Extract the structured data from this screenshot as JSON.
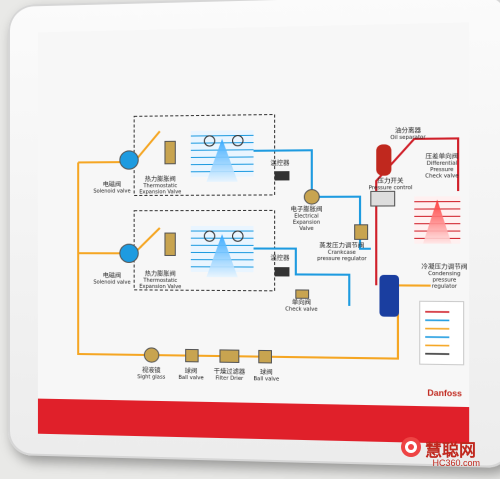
{
  "board": {
    "title": "制冷系统展示",
    "brand": "Danfoss"
  },
  "components": {
    "solenoid_valve_1": {
      "cn": "电磁阀",
      "en": "Solenoid valve"
    },
    "tev_1": {
      "cn": "热力膨胀阀",
      "en1": "Thermostatic",
      "en2": "Expansion Valve"
    },
    "solenoid_valve_2": {
      "cn": "电磁阀",
      "en": "Solenoid valve"
    },
    "tev_2": {
      "cn": "热力膨胀阀",
      "en1": "Thermostatic",
      "en2": "Expansion Valve"
    },
    "electronic_valve": {
      "cn": "电子膨胀阀",
      "en1": "Electrical",
      "en2": "Expansion",
      "en3": "Valve"
    },
    "pressure_regulator": {
      "cn": "蒸发压力调节阀",
      "en1": "Crankcase",
      "en2": "pressure regulator"
    },
    "temp_ctrl_1": {
      "cn": "温控器"
    },
    "temp_ctrl_2": {
      "cn": "温控器"
    },
    "check_valve": {
      "cn": "单向阀",
      "en": "Check valve"
    },
    "oil_separator": {
      "cn": "油分离器",
      "en": "Oil separator"
    },
    "pressure_control": {
      "cn": "压力开关",
      "en": "Pressure control"
    },
    "diff_check_valve": {
      "cn": "压差单向阀",
      "en1": "Differential",
      "en2": "Pressure",
      "en3": "Check valve"
    },
    "condenser_regulator": {
      "cn": "冷凝压力调节阀",
      "en1": "Condensing pressure",
      "en2": "regulator"
    },
    "sight_glass": {
      "cn": "视液镜",
      "en": "Sight glass"
    },
    "ball_valve_1": {
      "cn": "球阀",
      "en": "Ball valve"
    },
    "filter_drier": {
      "cn": "干燥过滤器",
      "en": "Filter Drier"
    },
    "ball_valve_2": {
      "cn": "球阀",
      "en": "Ball valve"
    }
  },
  "colors": {
    "liquid_line": "#f5a623",
    "suction_line": "#1e9be0",
    "discharge_line": "#d0202a",
    "accent_bar": "#e0202a"
  },
  "watermark": {
    "main": "慧聪网",
    "url": "HC360.com"
  }
}
